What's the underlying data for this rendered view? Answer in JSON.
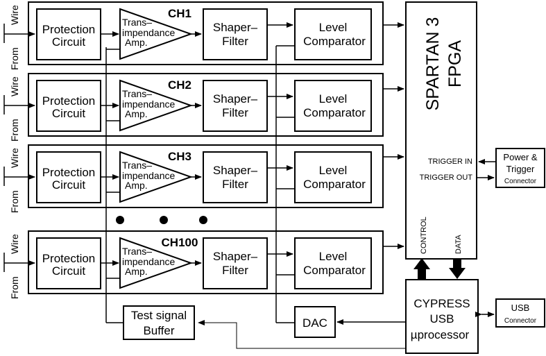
{
  "channels": [
    {
      "name": "CH1"
    },
    {
      "name": "CH2"
    },
    {
      "name": "CH3"
    },
    {
      "name": "CH100"
    }
  ],
  "labels": {
    "wire": "Wire",
    "from": "From",
    "protection_line1": "Protection",
    "protection_line2": "Circuit",
    "trans_line1": "Trans–",
    "trans_line2": "impendance",
    "trans_line3": "Amp.",
    "shaper_line1": "Shaper–",
    "shaper_line2": "Filter",
    "level_line1": "Level",
    "level_line2": "Comparator"
  },
  "fpga": {
    "line1": "SPARTAN 3",
    "line2": "FPGA",
    "trigger_in": "TRIGGER IN",
    "trigger_out": "TRIGGER OUT",
    "control": "CONTROL",
    "data": "DATA"
  },
  "power_trigger": {
    "line1": "Power &",
    "line2": "Trigger",
    "line3": "Connector"
  },
  "usb_connector": {
    "line1": "USB",
    "line2": "Connector"
  },
  "cypress": {
    "line1": "CYPRESS",
    "line2": "USB",
    "line3": "µprocessor"
  },
  "dac": {
    "label": "DAC"
  },
  "test_buffer": {
    "line1": "Test signal",
    "line2": "Buffer"
  },
  "ellipsis_dots": 3
}
